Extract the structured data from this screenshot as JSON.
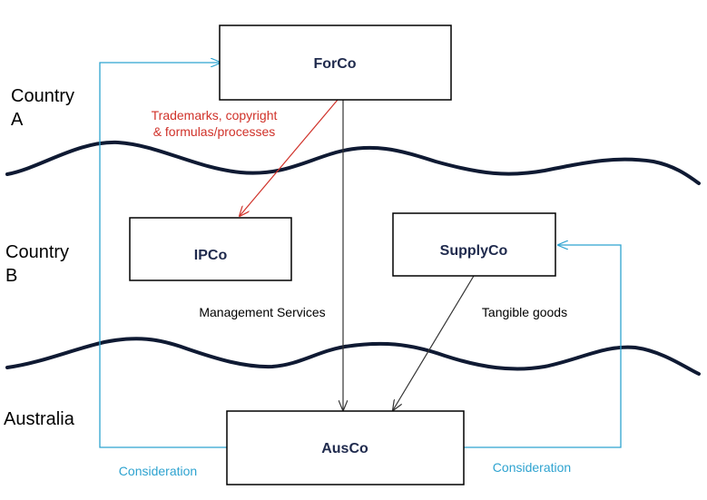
{
  "colors": {
    "background": "#ffffff",
    "box_stroke": "#000000",
    "box_text": "#1f2a4d",
    "wave": "#0f1a33",
    "flow_black": "#333333",
    "flow_red": "#d0322a",
    "flow_cyan": "#2ea3d0"
  },
  "regions": {
    "country_a": {
      "line1": "Country",
      "line2": "A"
    },
    "country_b": {
      "line1": "Country",
      "line2": "B"
    },
    "australia": {
      "line1": "Australia"
    }
  },
  "entities": {
    "forco": "ForCo",
    "ipco": "IPCo",
    "supplyco": "SupplyCo",
    "ausco": "AusCo"
  },
  "flows": {
    "ip_line1": "Trademarks, copyright",
    "ip_line2": "& formulas/processes",
    "management": "Management Services",
    "tangible": "Tangible goods",
    "consideration_left": "Consideration",
    "consideration_right": "Consideration"
  }
}
